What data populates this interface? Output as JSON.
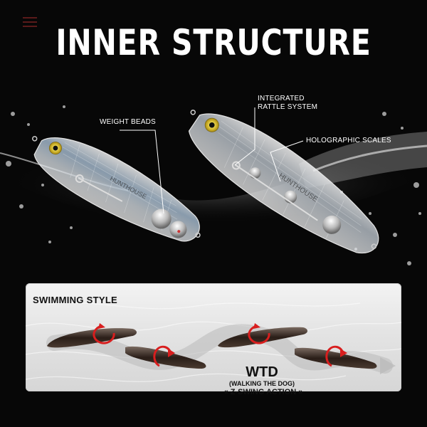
{
  "title": "INNER STRUCTURE",
  "callouts": {
    "weight_beads": "WEIGHT BEADS",
    "rattle_line1": "INTEGRATED",
    "rattle_line2": "RATTLE SYSTEM",
    "holographic_scales": "HOLOGRAPHIC SCALES"
  },
  "lure_brand_text": "HUNTHOUSE",
  "swimming": {
    "label": "SWIMMING STYLE",
    "wtd": "WTD",
    "wtd_sub": "(WALKING THE DOG)",
    "action_left": "«",
    "action": "Z-SWING ACTION",
    "action_right": "»"
  },
  "colors": {
    "background": "#070707",
    "text": "#ffffff",
    "accent_red": "#d81e1e",
    "lure_dark": "#3a2a22"
  }
}
